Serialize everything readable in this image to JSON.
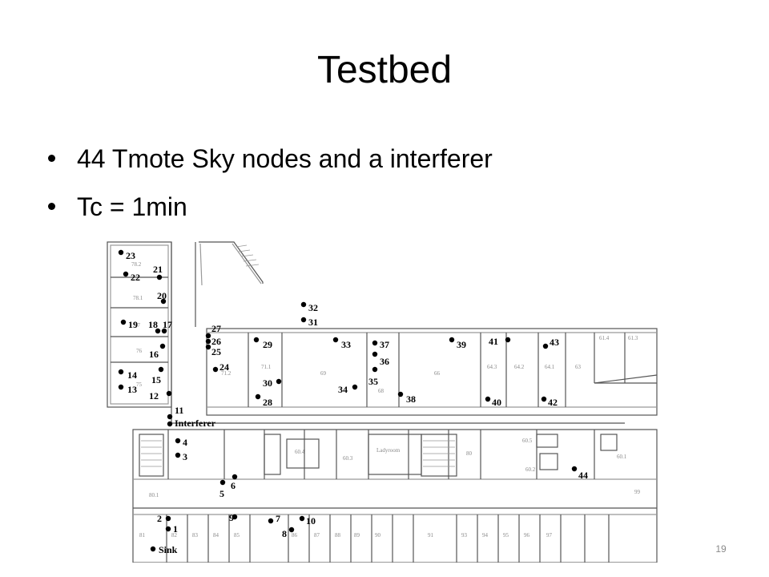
{
  "slide": {
    "title": "Testbed",
    "bullets": [
      "44 Tmote Sky nodes and a interferer",
      "Tc = 1min"
    ],
    "page_number": "19"
  },
  "floorplan": {
    "nodes": [
      "23",
      "22",
      "21",
      "20",
      "19",
      "18",
      "17",
      "16",
      "15",
      "14",
      "13",
      "12",
      "11",
      "4",
      "3",
      "2",
      "1",
      "27",
      "26",
      "25",
      "24",
      "29",
      "30",
      "28",
      "32",
      "31",
      "33",
      "37",
      "36",
      "35",
      "34",
      "38",
      "39",
      "41",
      "40",
      "43",
      "42",
      "44",
      "5",
      "6",
      "7",
      "8",
      "9",
      "10"
    ],
    "interferer_label": "Interferer",
    "sink_label": "Sink",
    "rooms": [
      "78.2",
      "78.1",
      "77",
      "76",
      "75",
      "71.2",
      "71.1",
      "69",
      "68",
      "66",
      "64.3",
      "64.2",
      "64.1",
      "63",
      "61.4",
      "61.3",
      "60.1",
      "60.2",
      "60.3",
      "60.4",
      "60.5",
      "Ladyroom",
      "80",
      "80.1",
      "81",
      "82",
      "83",
      "84",
      "85",
      "86",
      "87",
      "88",
      "89",
      "90",
      "91",
      "93",
      "94",
      "95",
      "96",
      "97",
      "99"
    ]
  }
}
